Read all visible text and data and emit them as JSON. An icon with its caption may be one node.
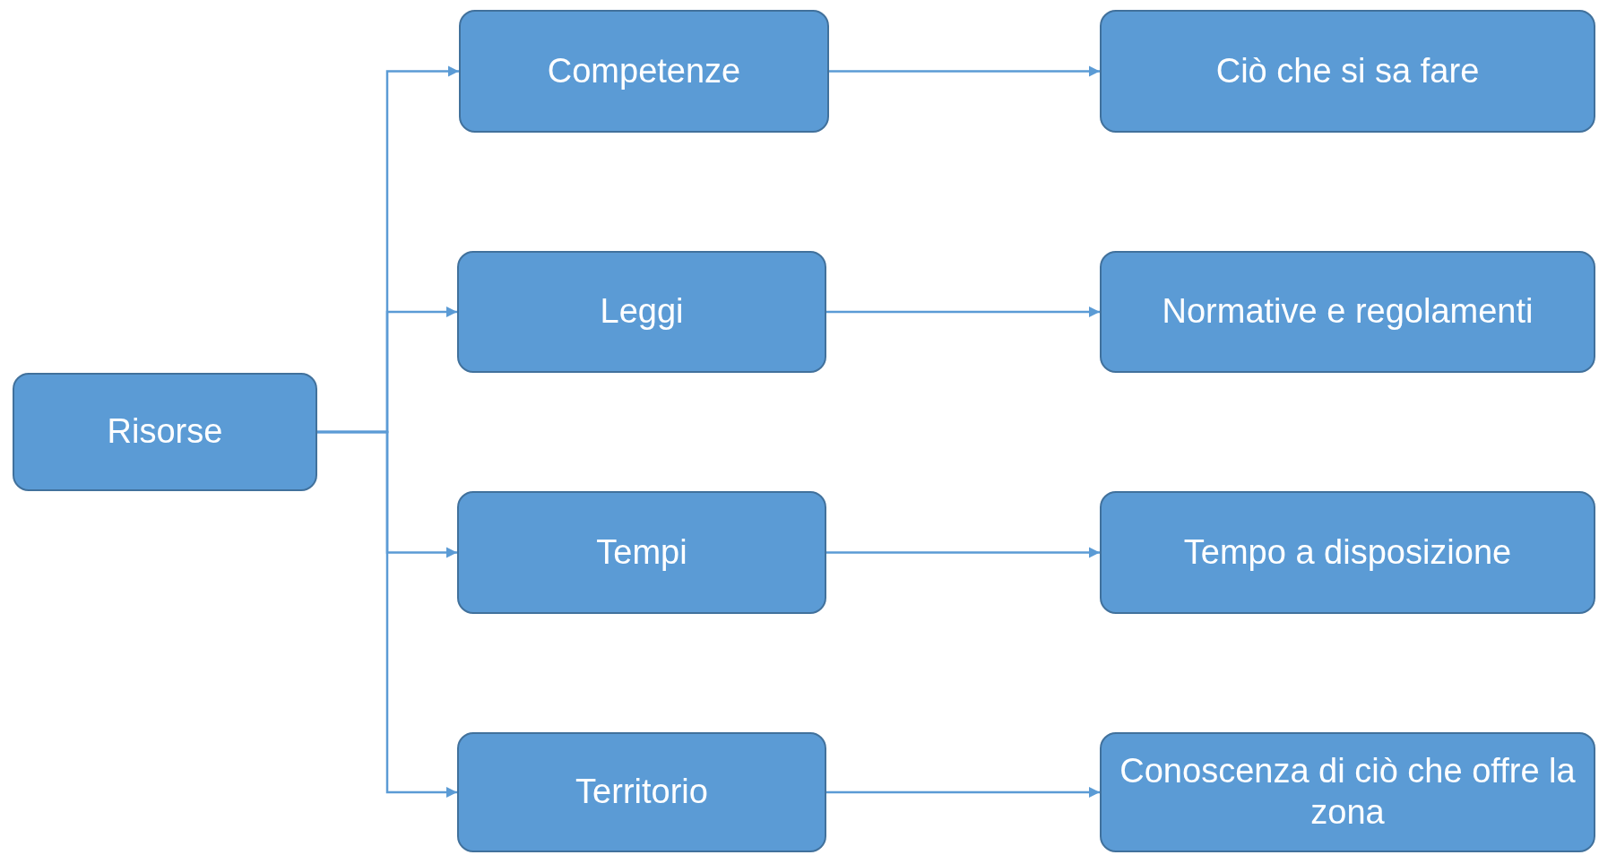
{
  "diagram": {
    "nodes": [
      {
        "text": [
          "Risorse"
        ]
      },
      {
        "text": [
          "Competenze"
        ]
      },
      {
        "text": [
          "Leggi"
        ]
      },
      {
        "text": [
          "Tempi"
        ]
      },
      {
        "text": [
          "Territorio"
        ]
      },
      {
        "text": [
          "Ciò che si sa fare"
        ]
      },
      {
        "text": [
          "Normative e regolamenti"
        ]
      },
      {
        "text": [
          "Tempo a disposizione"
        ]
      },
      {
        "text": [
          "Conoscenza di ciò che offre la zona"
        ]
      }
    ],
    "edges": [
      {
        "from": 0,
        "to": 1,
        "arrow": "to"
      },
      {
        "from": 0,
        "to": 2,
        "arrow": "to"
      },
      {
        "from": 0,
        "to": 3,
        "arrow": "to"
      },
      {
        "from": 0,
        "to": 4,
        "arrow": "to"
      },
      {
        "from": 1,
        "to": 5,
        "arrow": "to"
      },
      {
        "from": 2,
        "to": 6,
        "arrow": "to"
      },
      {
        "from": 3,
        "to": 7,
        "arrow": "to"
      },
      {
        "from": 4,
        "to": 8,
        "arrow": "to"
      }
    ]
  }
}
